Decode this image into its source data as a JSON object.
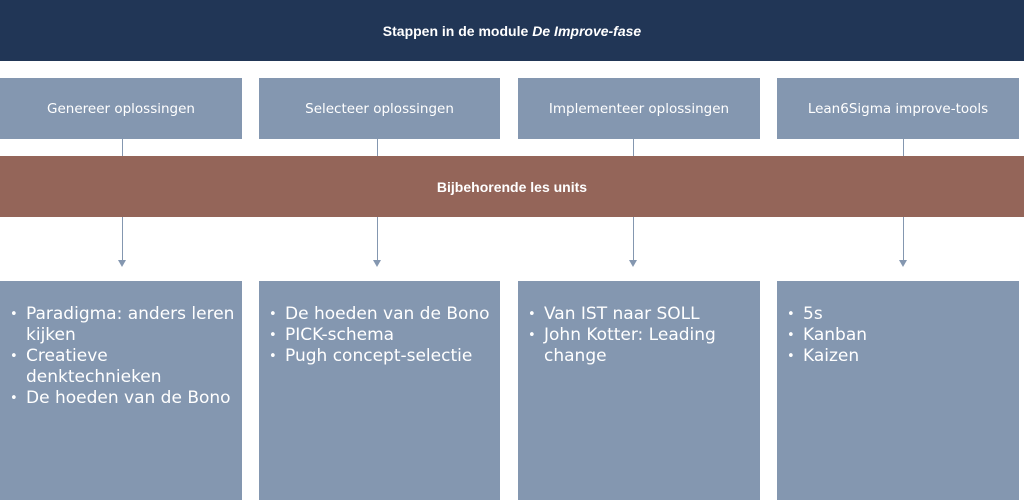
{
  "header": {
    "title_prefix": "Stappen in de module",
    "title_italic": "De Improve-fase"
  },
  "steps": [
    {
      "label": "Genereer oplossingen"
    },
    {
      "label": "Selecteer oplossingen"
    },
    {
      "label": "Implementeer oplossingen"
    },
    {
      "label": "Lean6Sigma improve-tools"
    }
  ],
  "units_band": {
    "label": "Bijbehorende les units"
  },
  "columns": [
    {
      "items": [
        "Paradigma: anders leren kijken",
        "Creatieve denktechnieken",
        "De hoeden van de Bono"
      ]
    },
    {
      "items": [
        "De hoeden van de Bono",
        "PICK-schema",
        "Pugh concept-selectie"
      ]
    },
    {
      "items": [
        "Van IST naar SOLL",
        "John Kotter: Leading change"
      ]
    },
    {
      "items": [
        "5s",
        "Kanban",
        "Kaizen"
      ]
    }
  ],
  "colors": {
    "header": "#213656",
    "step": "#8497b0",
    "band": "#946559",
    "box": "#8497b0",
    "text": "#ffffff"
  }
}
